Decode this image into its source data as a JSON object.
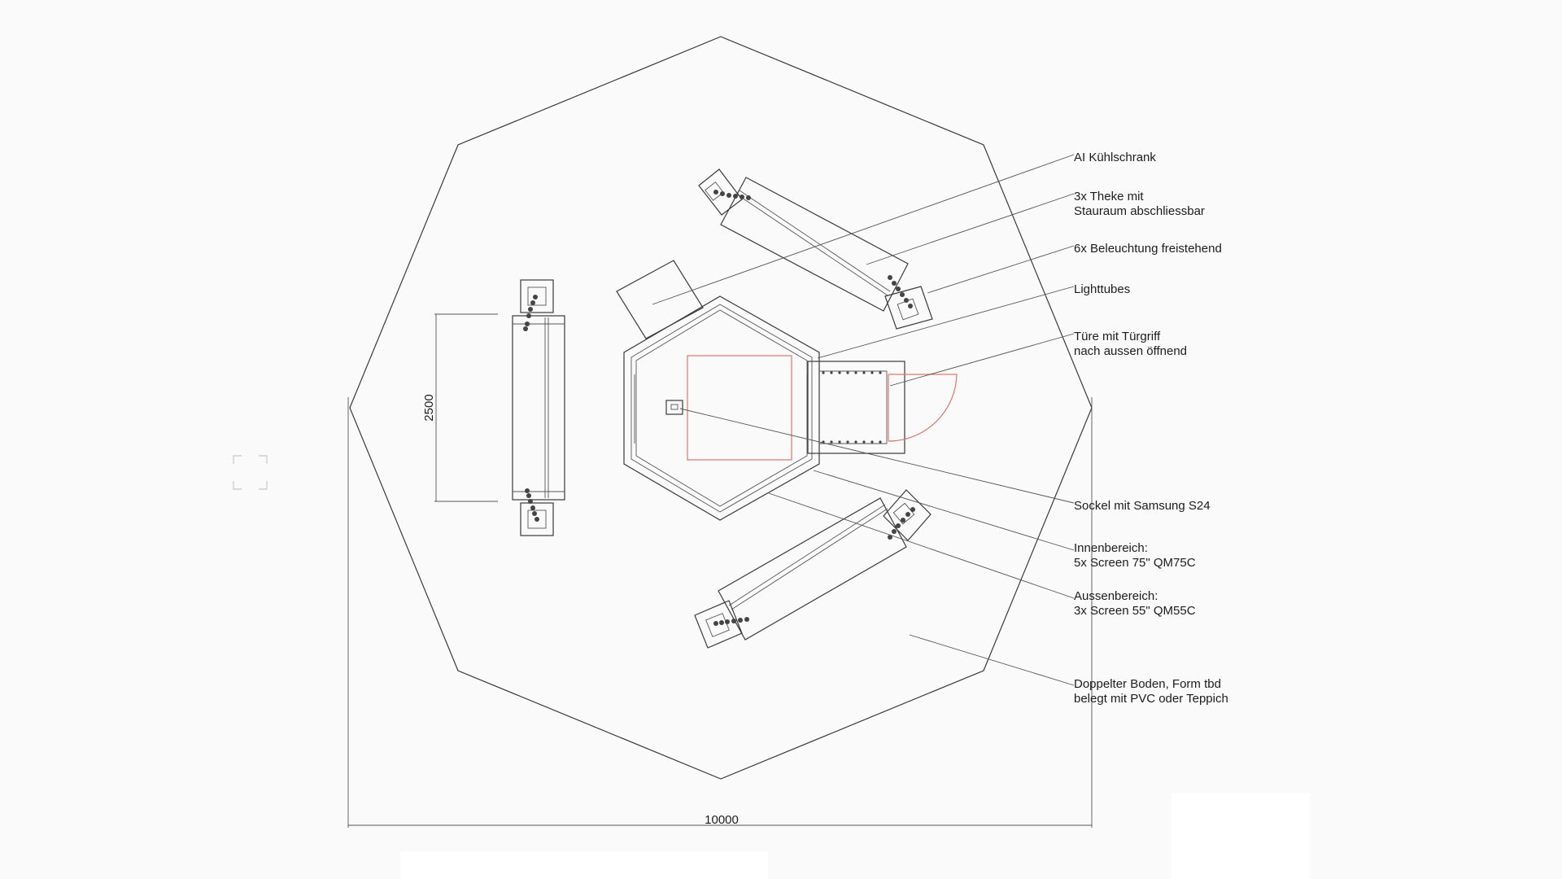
{
  "drawing": {
    "dimensions": {
      "width": "10000",
      "counter_length": "2500"
    },
    "labels": [
      {
        "line1": "AI Kühlschrank",
        "line2": ""
      },
      {
        "line1": "3x Theke mit",
        "line2": "Stauraum abschliessbar"
      },
      {
        "line1": "6x Beleuchtung freistehend",
        "line2": ""
      },
      {
        "line1": "Lighttubes",
        "line2": ""
      },
      {
        "line1": "Türe mit Türgriff",
        "line2": "nach aussen öffnend"
      },
      {
        "line1": "Sockel mit Samsung S24",
        "line2": ""
      },
      {
        "line1": "Innenbereich:",
        "line2": "5x Screen 75\" QM75C"
      },
      {
        "line1": "Aussenbereich:",
        "line2": "3x Screen 55\" QM55C"
      },
      {
        "line1": "Doppelter Boden, Form tbd",
        "line2": "belegt mit PVC oder Teppich"
      }
    ],
    "colors": {
      "line": "#3a3a3a",
      "accent": "#d9776a",
      "background": "#fafafa"
    }
  }
}
